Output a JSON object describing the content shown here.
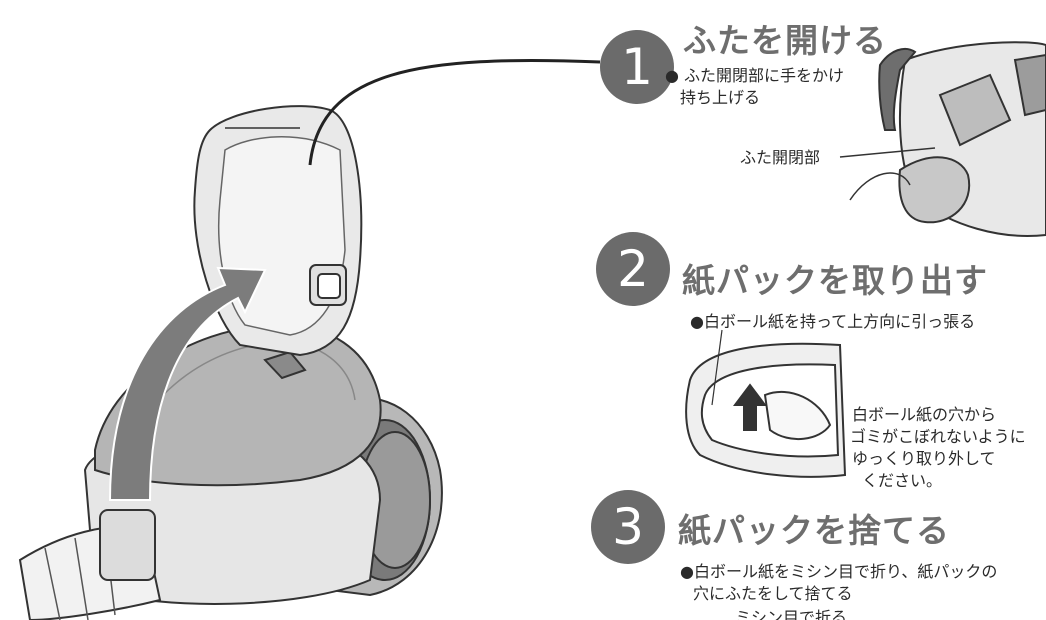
{
  "steps": [
    {
      "number": "1",
      "title": "ふたを開ける",
      "line1": "● ふた開閉部に手をかけ",
      "line2": "持ち上げる"
    },
    {
      "number": "2",
      "title": "紙パックを取り出す",
      "line1": "●白ボール紙を持って上方向に引っ張る"
    },
    {
      "number": "3",
      "title": "紙パックを捨てる",
      "line1": "●白ボール紙をミシン目で折り、紙パックの",
      "line2": "穴にふたをして捨てる"
    }
  ],
  "callouts": {
    "lid_handle": "ふた開閉部",
    "note_lines": [
      "白ボール紙の穴から",
      "ゴミがこぼれないように",
      "ゆっくり取り外して",
      "ください。"
    ],
    "perforation": "ミシン目で折る"
  },
  "colors": {
    "circle": "#6b6b6b",
    "title": "#6e6e6e",
    "body_gray": "#c9c9c9",
    "arrow": "#7c7c7c"
  }
}
